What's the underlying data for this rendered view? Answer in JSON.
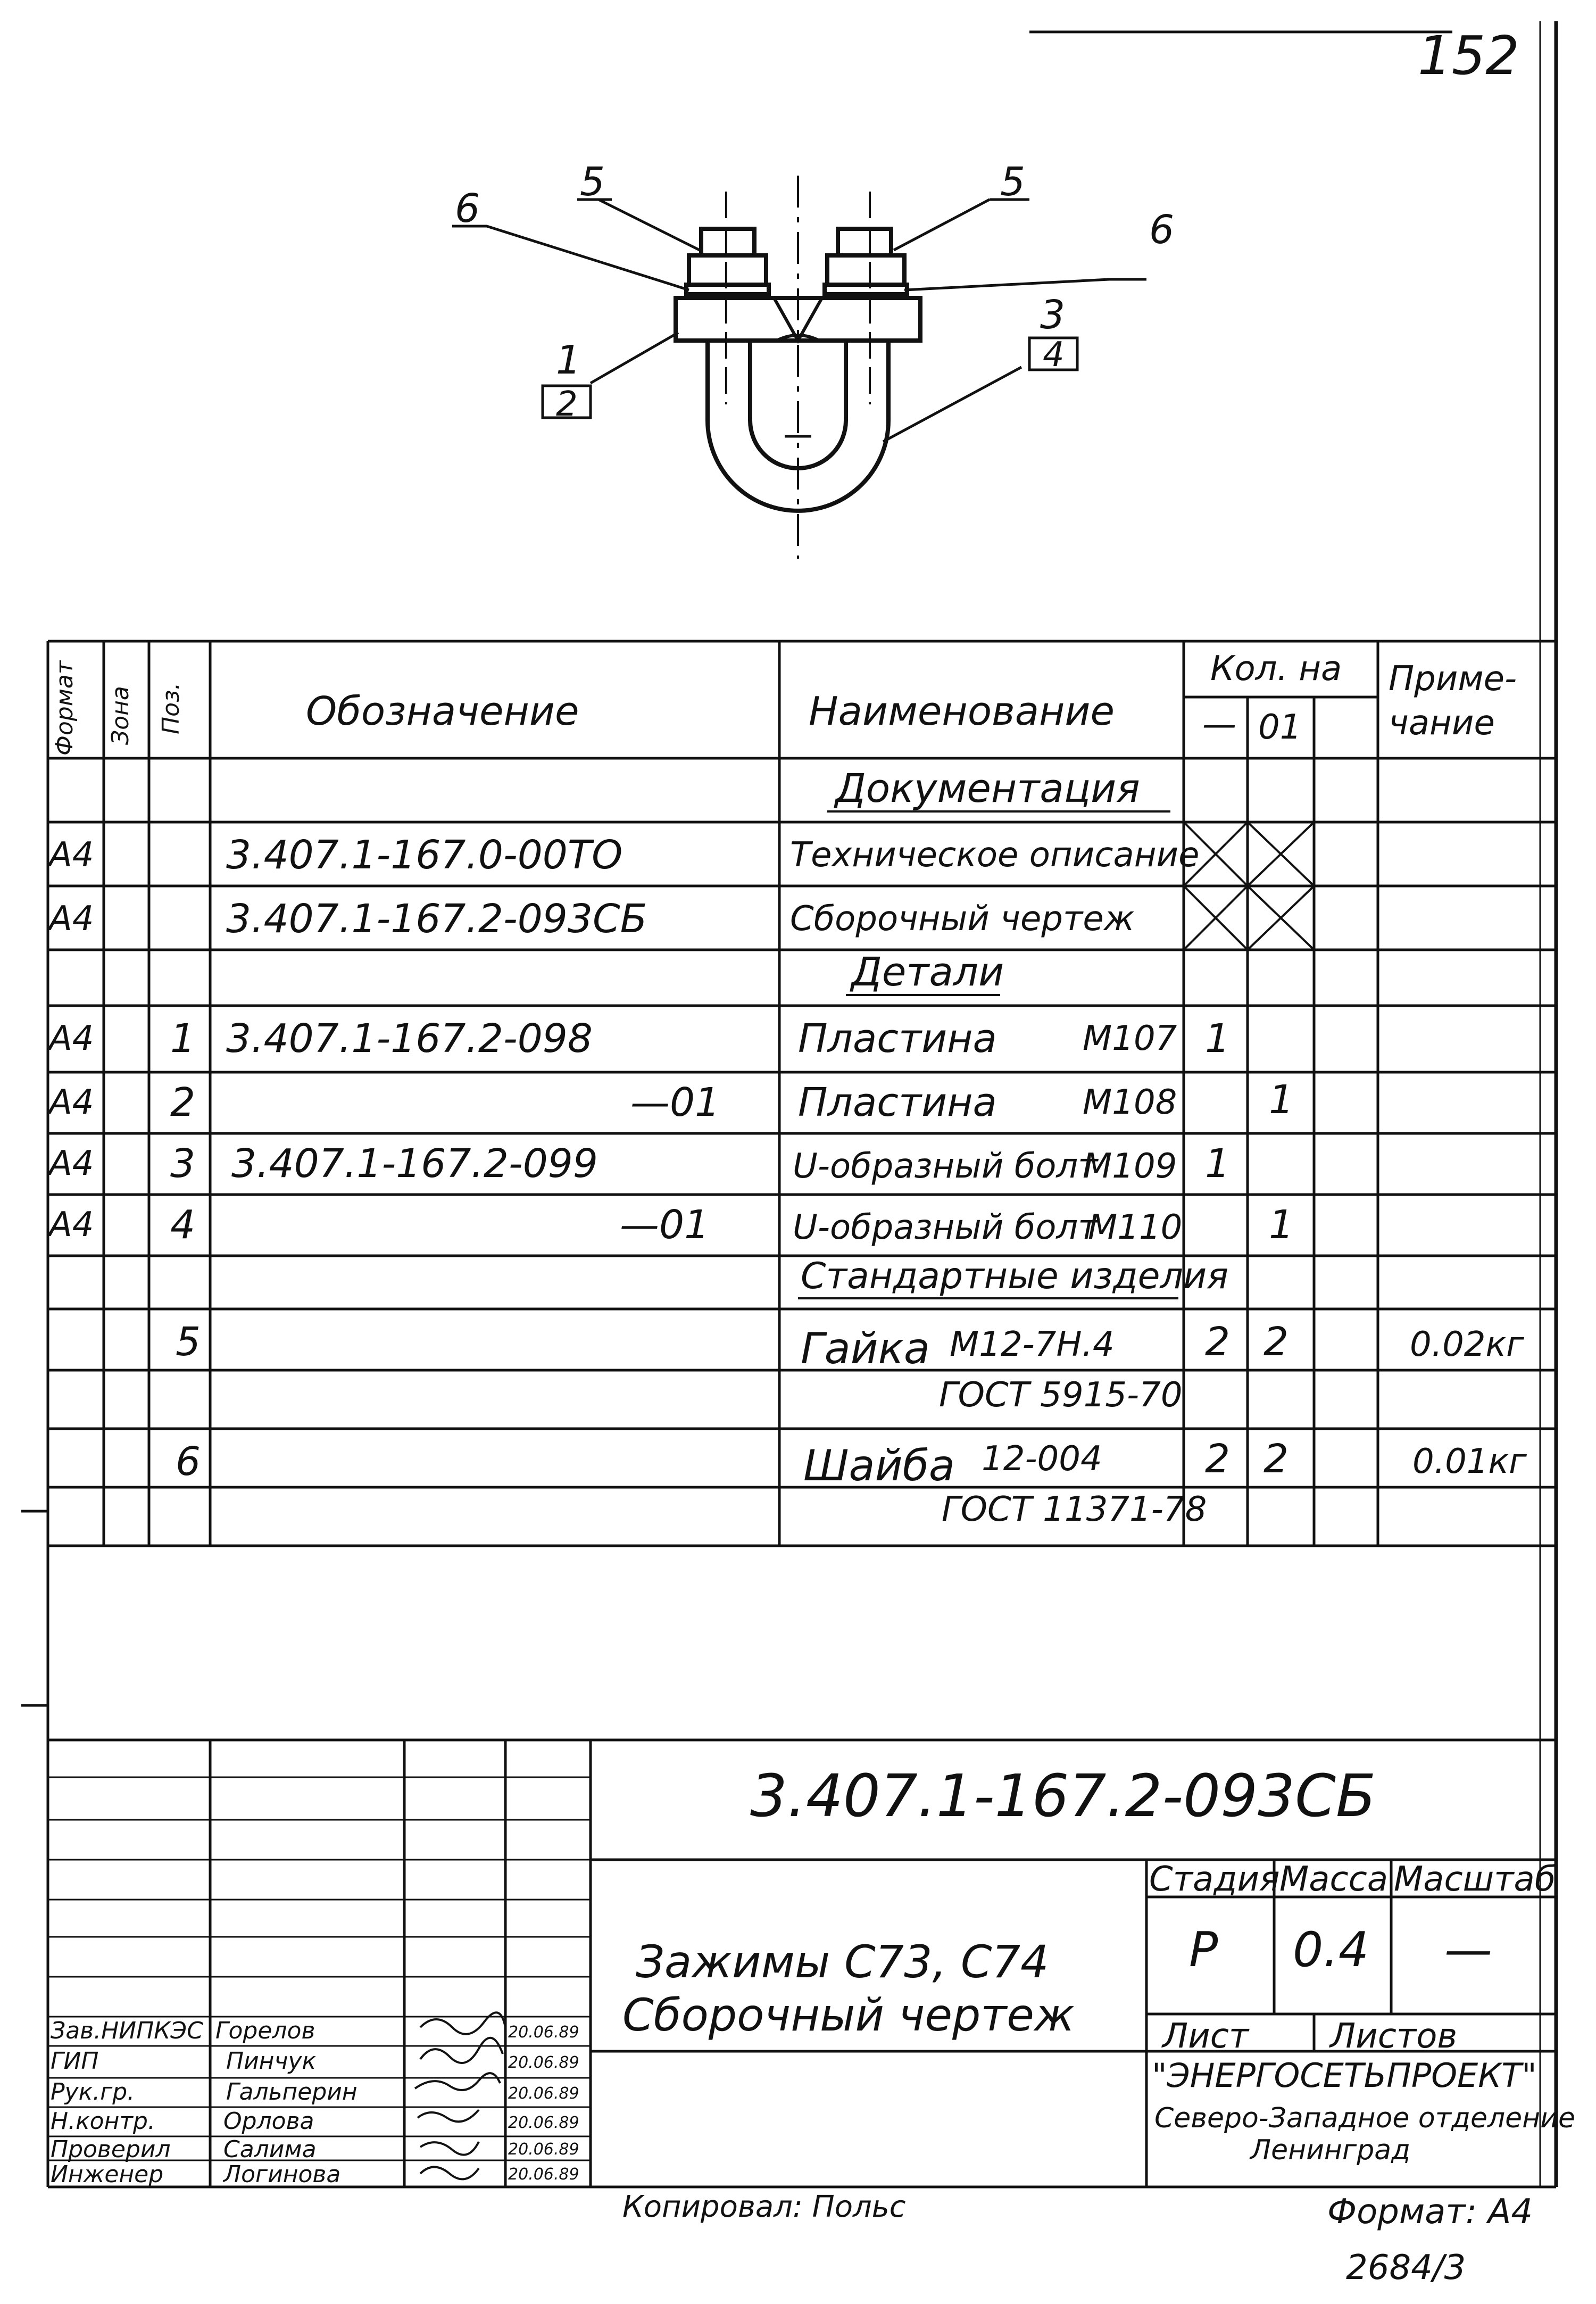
{
  "sheet": {
    "page_number": "152",
    "copied_by": "Копировал: Польс",
    "format": "Формат: А4",
    "archive_number": "2684/3"
  },
  "drawing": {
    "callouts": [
      "6",
      "5",
      "1",
      "2",
      "5",
      "6",
      "3",
      "4"
    ]
  },
  "spec": {
    "headers": {
      "format": "Формат",
      "zone": "Зона",
      "pos": "Поз.",
      "designation": "Обозначение",
      "name": "Наименование",
      "qty": "Кол. на",
      "qty_col1": "—",
      "qty_col2": "01",
      "note": "Приме-\nчание"
    },
    "sections": {
      "documentation": "Документация",
      "details": "Детали",
      "standard": "Стандартные изделия"
    },
    "doc_rows": [
      {
        "format": "А4",
        "designation": "3.407.1-167.0-00ТО",
        "name": "Техническое описание"
      },
      {
        "format": "А4",
        "designation": "3.407.1-167.2-093СБ",
        "name": "Сборочный чертеж"
      }
    ],
    "detail_rows": [
      {
        "format": "А4",
        "pos": "1",
        "designation": "3.407.1-167.2-098",
        "name": "Пластина",
        "mark": "М107",
        "q1": "1",
        "q2": ""
      },
      {
        "format": "А4",
        "pos": "2",
        "designation": "—01",
        "name": "Пластина",
        "mark": "М108",
        "q1": "",
        "q2": "1"
      },
      {
        "format": "А4",
        "pos": "3",
        "designation": "3.407.1-167.2-099",
        "name": "U-образный болт",
        "mark": "М109",
        "q1": "1",
        "q2": ""
      },
      {
        "format": "А4",
        "pos": "4",
        "designation": "—01",
        "name": "U-образный болт",
        "mark": "М110",
        "q1": "",
        "q2": "1"
      }
    ],
    "standard_rows": [
      {
        "pos": "5",
        "name": "Гайка",
        "spec_top": "М12-7Н.4",
        "spec_bottom": "ГОСТ 5915-70",
        "q1": "2",
        "q2": "2",
        "note": "0.02кг"
      },
      {
        "pos": "6",
        "name": "Шайба",
        "spec_top": "12-004",
        "spec_bottom": "ГОСТ 11371-78",
        "q1": "2",
        "q2": "2",
        "note": "0.01кг"
      }
    ]
  },
  "title_block": {
    "doc_code": "3.407.1-167.2-093СБ",
    "title_line1": "Зажимы С73, С74",
    "title_line2": "Сборочный чертеж",
    "stage_label": "Стадия",
    "mass_label": "Масса",
    "scale_label": "Масштаб",
    "stage": "Р",
    "mass": "0.4",
    "scale": "—",
    "sheet_label": "Лист",
    "sheets_label": "Листов",
    "org_line1": "\"ЭНЕРГОСЕТЬПРОЕКТ\"",
    "org_line2": "Северо-Западное отделение",
    "org_line3": "Ленинград",
    "signatures": [
      {
        "role": "Зав.НИПКЭС",
        "name": "Горелов",
        "date": "20.06.89"
      },
      {
        "role": "ГИП",
        "name": "Пинчук",
        "date": "20.06.89"
      },
      {
        "role": "Рук.гр.",
        "name": "Гальперин",
        "date": "20.06.89"
      },
      {
        "role": "Н.контр.",
        "name": "Орлова",
        "date": "20.06.89"
      },
      {
        "role": "Проверил",
        "name": "Салима",
        "date": "20.06.89"
      },
      {
        "role": "Инженер",
        "name": "Логинова",
        "date": "20.06.89"
      }
    ]
  }
}
